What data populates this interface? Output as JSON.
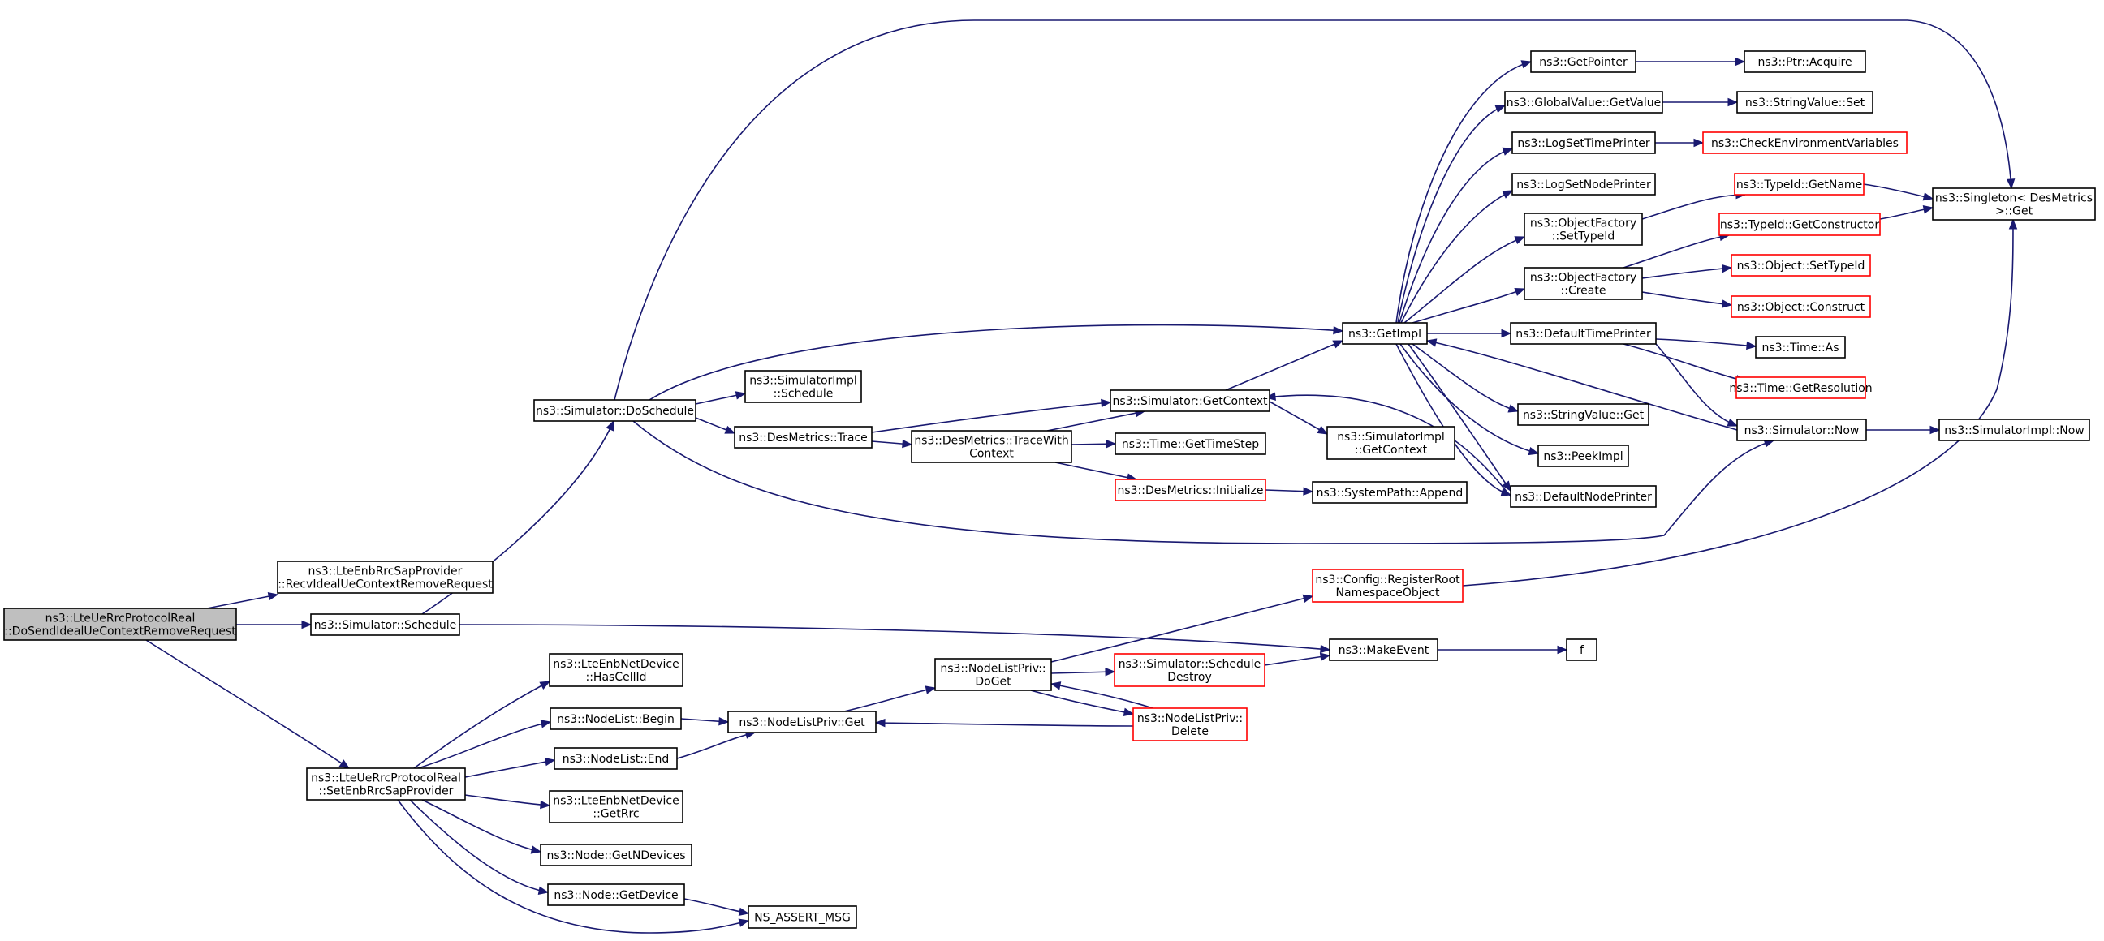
{
  "colors": {
    "edge": "#191970",
    "default_border": "#000000",
    "red_border": "#ff0000",
    "root_fill": "#bfbfbf"
  },
  "nodes": {
    "root": [
      "ns3::LteUeRrcProtocolReal",
      "::DoSendIdealUeContextRemoveRequest"
    ],
    "recv": [
      "ns3::LteEnbRrcSapProvider",
      "::RecvIdealUeContextRemoveRequest"
    ],
    "schedule": [
      "ns3::Simulator::Schedule"
    ],
    "setenb": [
      "ns3::LteUeRrcProtocolReal",
      "::SetEnbRrcSapProvider"
    ],
    "doschedule": [
      "ns3::Simulator::DoSchedule"
    ],
    "implschedule": [
      "ns3::SimulatorImpl",
      "::Schedule"
    ],
    "destrace": [
      "ns3::DesMetrics::Trace"
    ],
    "tracewith": [
      "ns3::DesMetrics::TraceWith",
      "Context"
    ],
    "getcontext": [
      "ns3::Simulator::GetContext"
    ],
    "gettimestep": [
      "ns3::Time::GetTimeStep"
    ],
    "desinit": [
      "ns3::DesMetrics::Initialize"
    ],
    "implgetcontext": [
      "ns3::SimulatorImpl",
      "::GetContext"
    ],
    "append": [
      "ns3::SystemPath::Append"
    ],
    "getimpl": [
      "ns3::GetImpl"
    ],
    "getpointer": [
      "ns3::GetPointer"
    ],
    "gvgetvalue": [
      "ns3::GlobalValue::GetValue"
    ],
    "logtime": [
      "ns3::LogSetTimePrinter"
    ],
    "lognode": [
      "ns3::LogSetNodePrinter"
    ],
    "ofsettypeid": [
      "ns3::ObjectFactory",
      "::SetTypeId"
    ],
    "ofcreate": [
      "ns3::ObjectFactory",
      "::Create"
    ],
    "deftime": [
      "ns3::DefaultTimePrinter"
    ],
    "svget": [
      "ns3::StringValue::Get"
    ],
    "peekimpl": [
      "ns3::PeekImpl"
    ],
    "defnode": [
      "ns3::DefaultNodePrinter"
    ],
    "ptracquire": [
      "ns3::Ptr::Acquire"
    ],
    "svset": [
      "ns3::StringValue::Set"
    ],
    "checkenv": [
      "ns3::CheckEnvironmentVariables"
    ],
    "tidgetname": [
      "ns3::TypeId::GetName"
    ],
    "tidgetctor": [
      "ns3::TypeId::GetConstructor"
    ],
    "objsettypeid": [
      "ns3::Object::SetTypeId"
    ],
    "objconstruct": [
      "ns3::Object::Construct"
    ],
    "timeas": [
      "ns3::Time::As"
    ],
    "timeres": [
      "ns3::Time::GetResolution"
    ],
    "simnow": [
      "ns3::Simulator::Now"
    ],
    "singleton": [
      "ns3::Singleton< DesMetrics",
      " >::Get"
    ],
    "implnow": [
      "ns3::SimulatorImpl::Now"
    ],
    "registerroot": [
      "ns3::Config::RegisterRoot",
      "NamespaceObject"
    ],
    "makeevent": [
      "ns3::MakeEvent"
    ],
    "f": [
      "f"
    ],
    "hascellid": [
      "ns3::LteEnbNetDevice",
      "::HasCellId"
    ],
    "nlbegin": [
      "ns3::NodeList::Begin"
    ],
    "nlend": [
      "ns3::NodeList::End"
    ],
    "getrrc": [
      "ns3::LteEnbNetDevice",
      "::GetRrc"
    ],
    "getndevices": [
      "ns3::Node::GetNDevices"
    ],
    "getdevice": [
      "ns3::Node::GetDevice"
    ],
    "nsassert": [
      "NS_ASSERT_MSG"
    ],
    "nlpget": [
      "ns3::NodeListPriv::Get"
    ],
    "nlpdoget": [
      "ns3::NodeListPriv::",
      "DoGet"
    ],
    "scheddestroy": [
      "ns3::Simulator::Schedule",
      "Destroy"
    ],
    "nlpdelete": [
      "ns3::NodeListPriv::",
      "Delete"
    ]
  }
}
